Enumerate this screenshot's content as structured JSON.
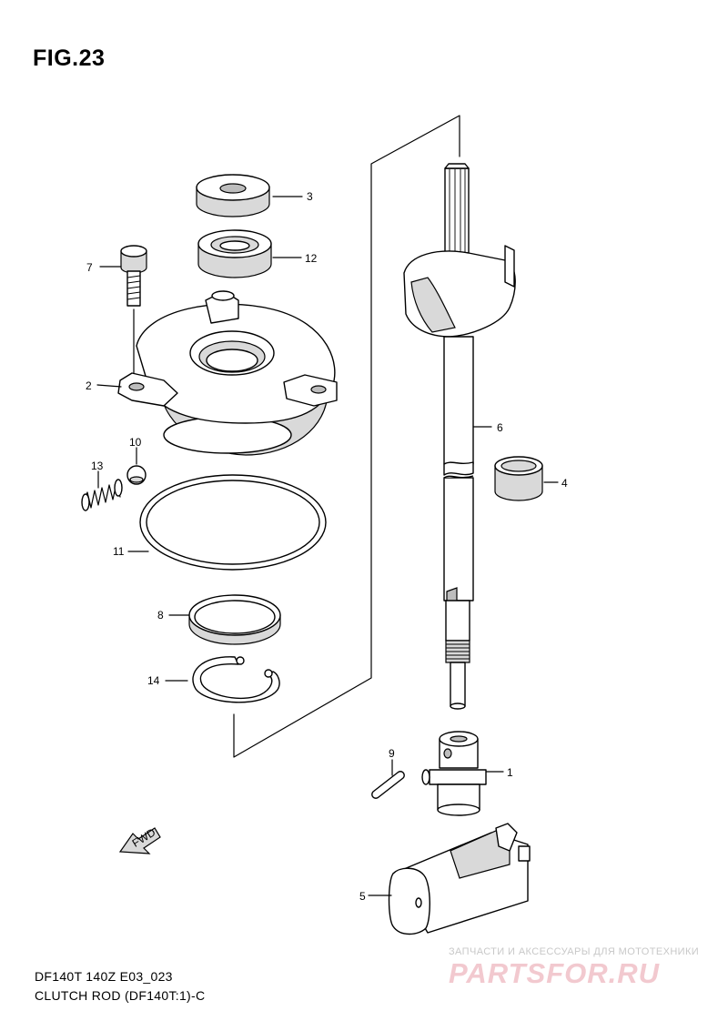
{
  "figure": {
    "title": "FIG.23",
    "caption_line1": "DF140T 140Z E03_023",
    "caption_line2": "CLUTCH ROD (DF140T:1)-C",
    "direction_tag": "FWD"
  },
  "watermark": {
    "subtitle": "ЗАПЧАСТИ И АКСЕССУАРЫ ДЛЯ МОТОТЕХНИКИ",
    "brand": "PARTSFOR.RU"
  },
  "callouts": [
    {
      "id": "callout-3",
      "label": "3"
    },
    {
      "id": "callout-12",
      "label": "12"
    },
    {
      "id": "callout-7",
      "label": "7"
    },
    {
      "id": "callout-2",
      "label": "2"
    },
    {
      "id": "callout-10",
      "label": "10"
    },
    {
      "id": "callout-13",
      "label": "13"
    },
    {
      "id": "callout-11",
      "label": "11"
    },
    {
      "id": "callout-8",
      "label": "8"
    },
    {
      "id": "callout-14",
      "label": "14"
    },
    {
      "id": "callout-6",
      "label": "6"
    },
    {
      "id": "callout-4",
      "label": "4"
    },
    {
      "id": "callout-9",
      "label": "9"
    },
    {
      "id": "callout-1",
      "label": "1"
    },
    {
      "id": "callout-5",
      "label": "5"
    }
  ]
}
